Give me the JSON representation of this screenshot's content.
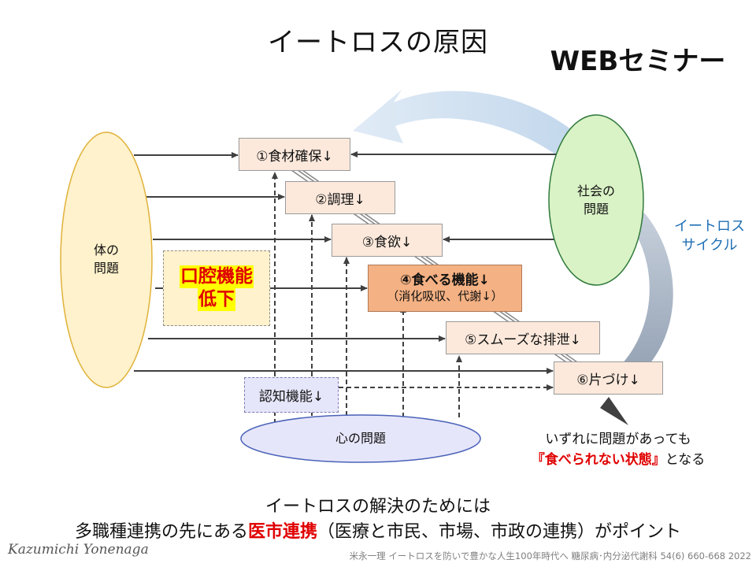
{
  "header": {
    "title": "イートロスの原因",
    "web_label": "WEBセミナー"
  },
  "nodes": {
    "body_problem": "体の\n問題",
    "society_problem": "社会の\n問題",
    "mind_problem": "心の問題",
    "factor_1": "①食材確保↓",
    "factor_2": "②調理↓",
    "factor_3": "③食欲↓",
    "factor_4_main": "④食べる機能↓",
    "factor_4_sub": "（消化吸収、代謝↓）",
    "factor_5": "⑤スムーズな排泄↓",
    "factor_6": "⑥片づけ↓",
    "oral_line1": "口腔機能",
    "oral_line2": "低下",
    "cognitive": "認知機能↓"
  },
  "cycle_label": "イートロス\nサイクル",
  "note": {
    "line1": "いずれに問題があっても",
    "line2_highlight": "『食べられない状態』",
    "line2_rest": "となる"
  },
  "conclusion": {
    "line1": "イートロスの解決のためには",
    "line2_pre": "多職種連携の先にある",
    "line2_highlight": "医市連携",
    "line2_post": "（医療と市民、市場、市政の連携）がポイント"
  },
  "signature": "Kazumichi Yonenaga",
  "citation": "米永一理 イートロスを防いで豊かな人生100年時代へ 糖尿病･内分泌代謝科 54(6) 660-668 2022",
  "colors": {
    "box_fill": "#fce9dc",
    "box4_fill": "#f4b183",
    "body_ellipse": "#fff2cc",
    "society_ellipse": "#d9f2c6",
    "mind_ellipse": "#e6e6fa",
    "highlight_red": "#e00000",
    "cycle_blue": "#1f6fb5"
  }
}
